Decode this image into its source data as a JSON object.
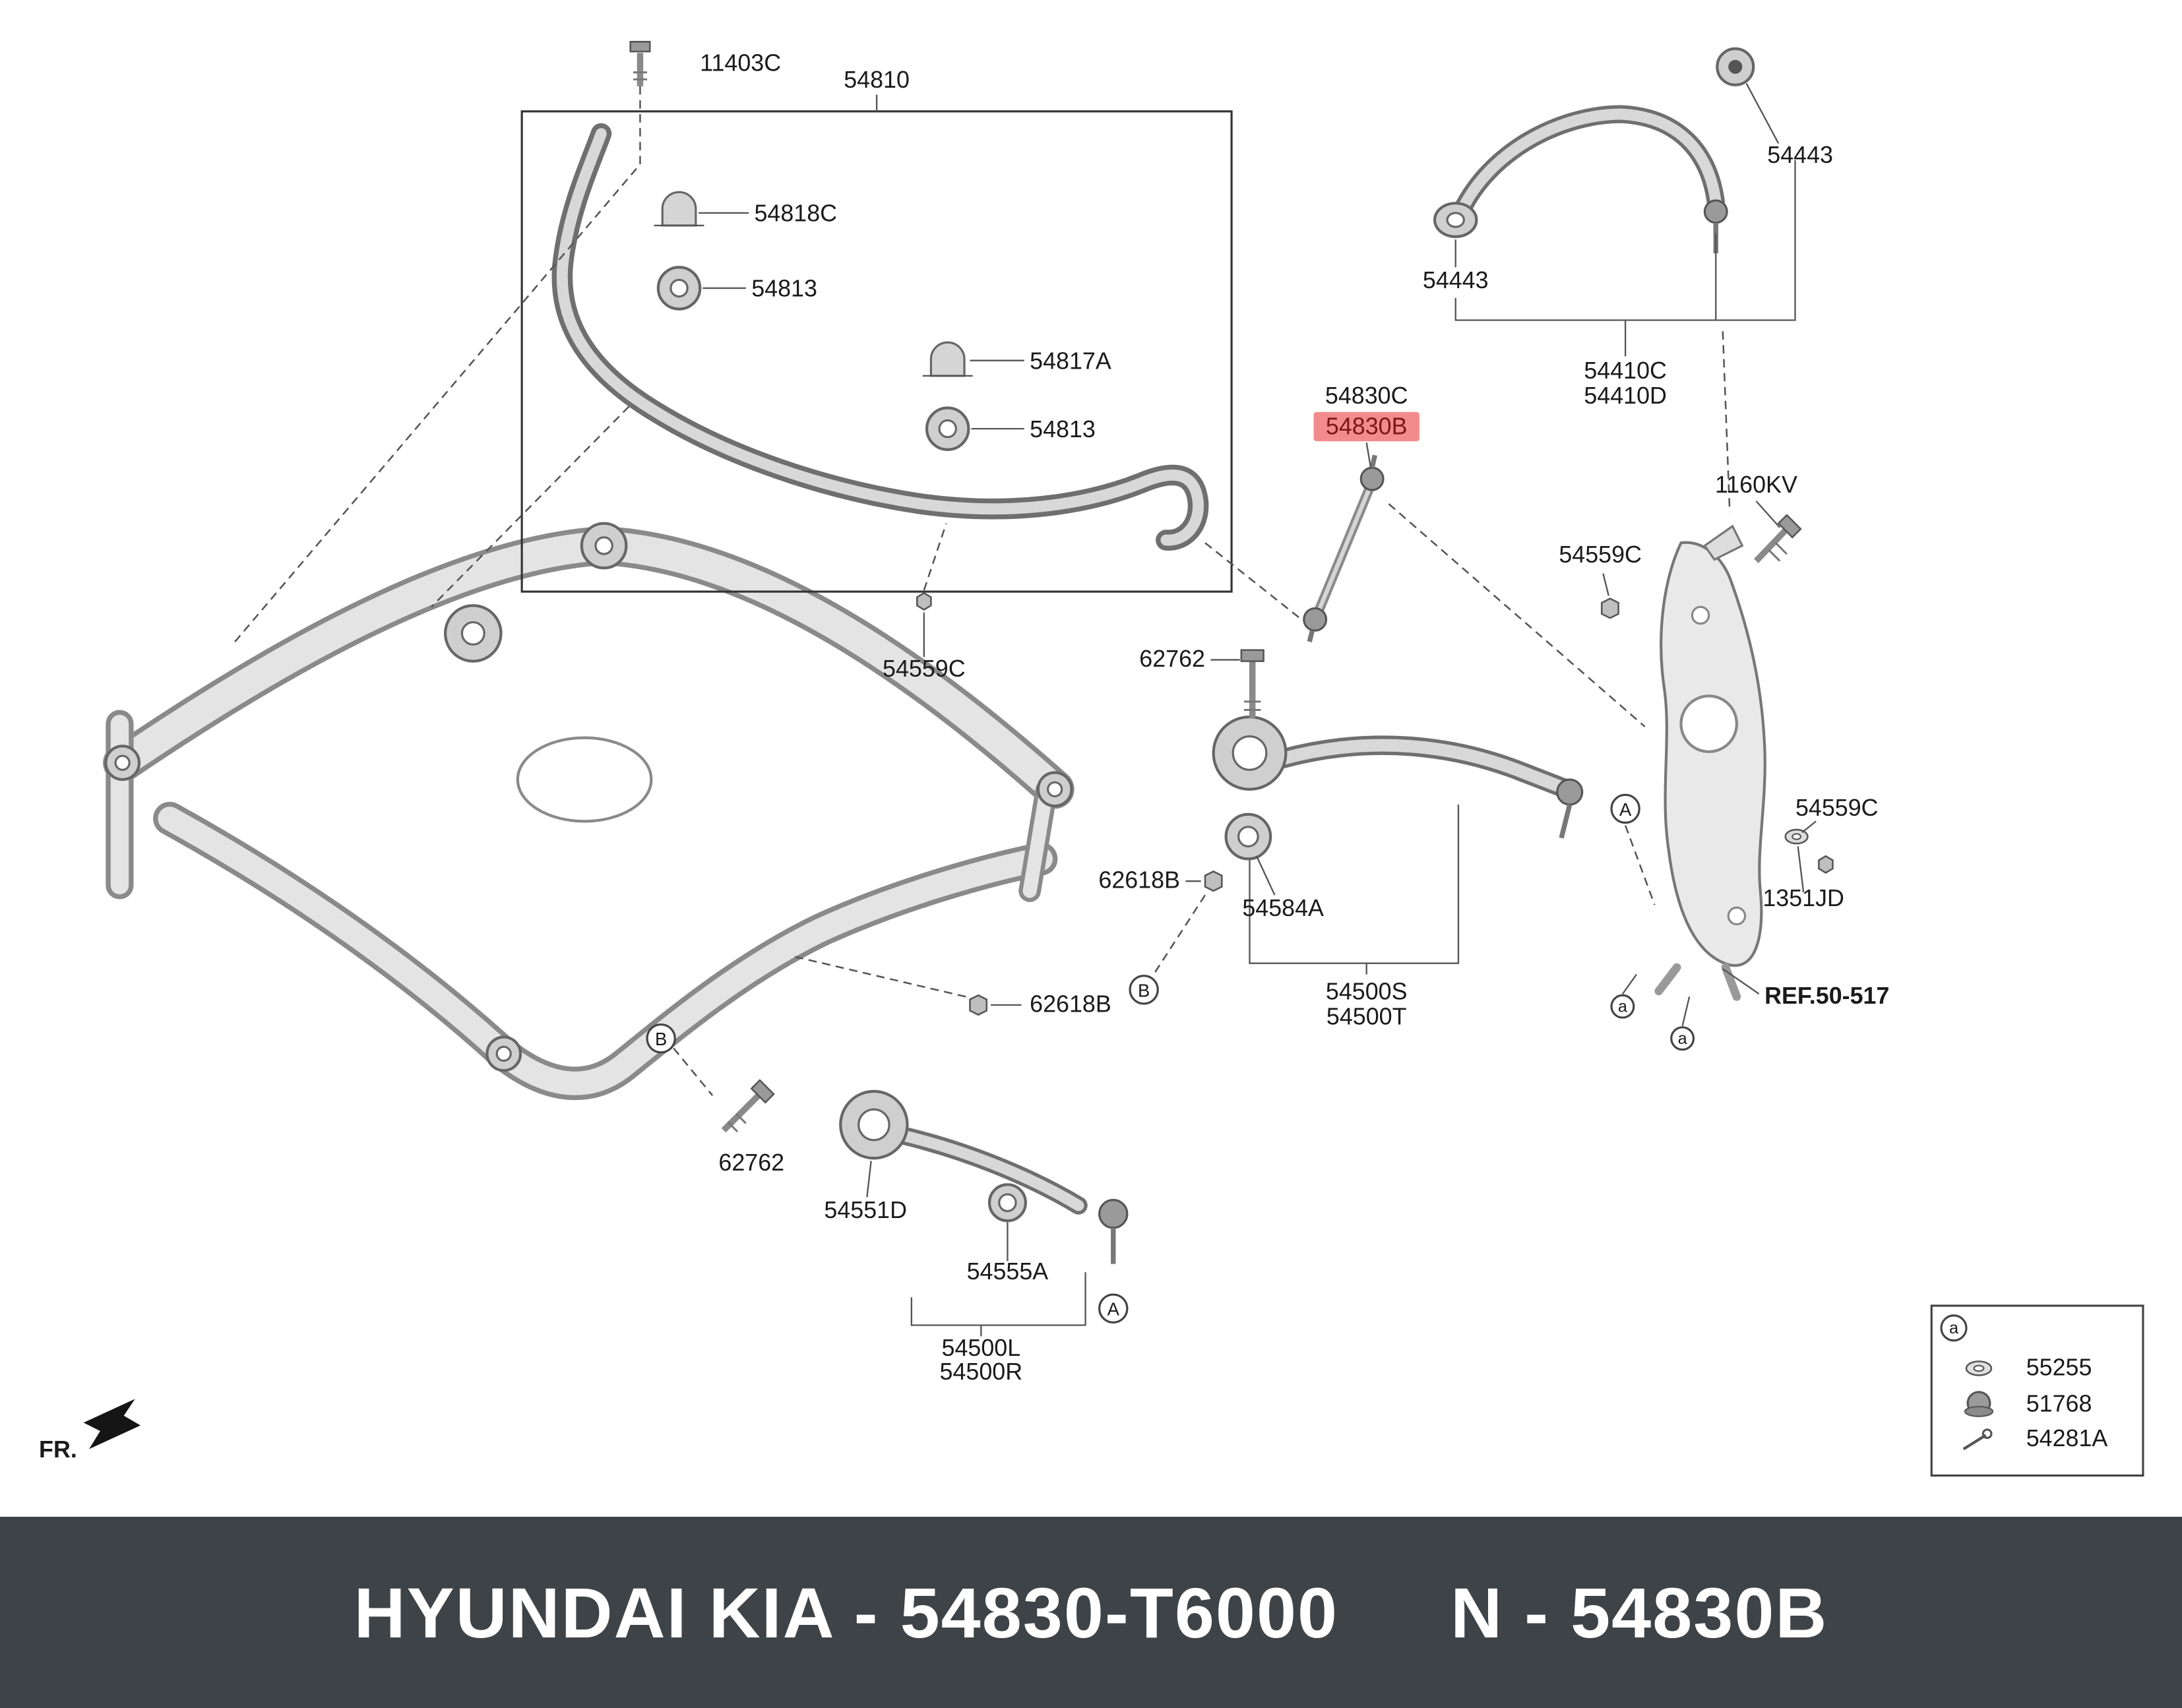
{
  "colors": {
    "highlight_bg": "#f28b8b",
    "highlight_fg": "#7d1616",
    "footer_bg": "#3e4347",
    "footer_fg": "#ffffff"
  },
  "fr_label": "FR.",
  "footer": {
    "left": "HYUNDAI KIA - 54830-T6000",
    "right": "N - 54830B"
  },
  "labels": {
    "p11403C": "11403C",
    "p54810": "54810",
    "p54818C": "54818C",
    "p54813a": "54813",
    "p54817A": "54817A",
    "p54813b": "54813",
    "p54830C": "54830C",
    "p54830B": "54830B",
    "p54443a": "54443",
    "p54443b": "54443",
    "p54410C": "54410C",
    "p54410D": "54410D",
    "p1160KV": "1160KV",
    "p54559Ca": "54559C",
    "p54559Cb": "54559C",
    "p54559Cc": "54559C",
    "p62762a": "62762",
    "p62762b": "62762",
    "p62618Ba": "62618B",
    "p62618Bb": "62618B",
    "p54584A": "54584A",
    "p1351JD": "1351JD",
    "pREF": "REF.50-517",
    "p54500S": "54500S",
    "p54500T": "54500T",
    "p54551D": "54551D",
    "p54555A": "54555A",
    "p54500L": "54500L",
    "p54500R": "54500R"
  },
  "callouts": {
    "A": "A",
    "B": "B",
    "a": "a"
  },
  "legend": {
    "marker": "a",
    "items": {
      "i55255": "55255",
      "i51768": "51768",
      "i54281A": "54281A"
    }
  }
}
